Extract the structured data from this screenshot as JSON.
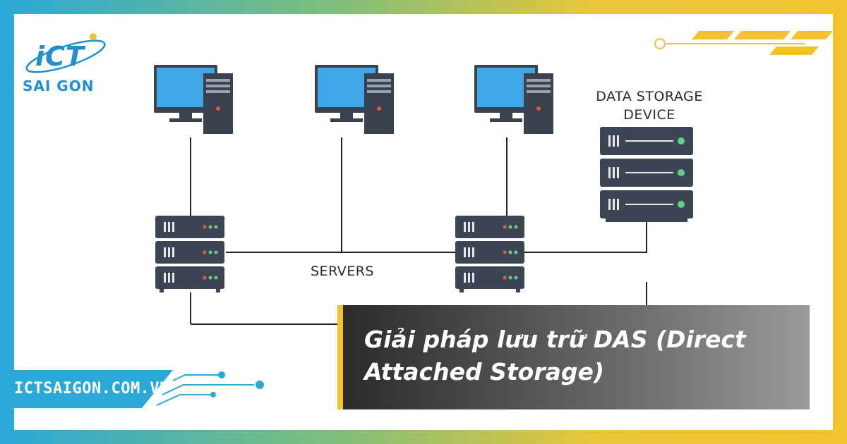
{
  "brand": {
    "logo_text": "iCT",
    "logo_subtext": "SAI GON",
    "website": "ICTSAIGON.COM.VN"
  },
  "diagram": {
    "servers_label": "SERVERS",
    "storage_label_line1": "DATA STORAGE",
    "storage_label_line2": "DEVICE"
  },
  "caption": {
    "text": "Giải pháp lưu trữ DAS (Direct Attached Storage)"
  },
  "colors": {
    "brand_blue": "#1f8fd0",
    "accent_yellow": "#f2c230",
    "monitor_screen": "#3fa7e6",
    "server_body": "#3d4555"
  }
}
